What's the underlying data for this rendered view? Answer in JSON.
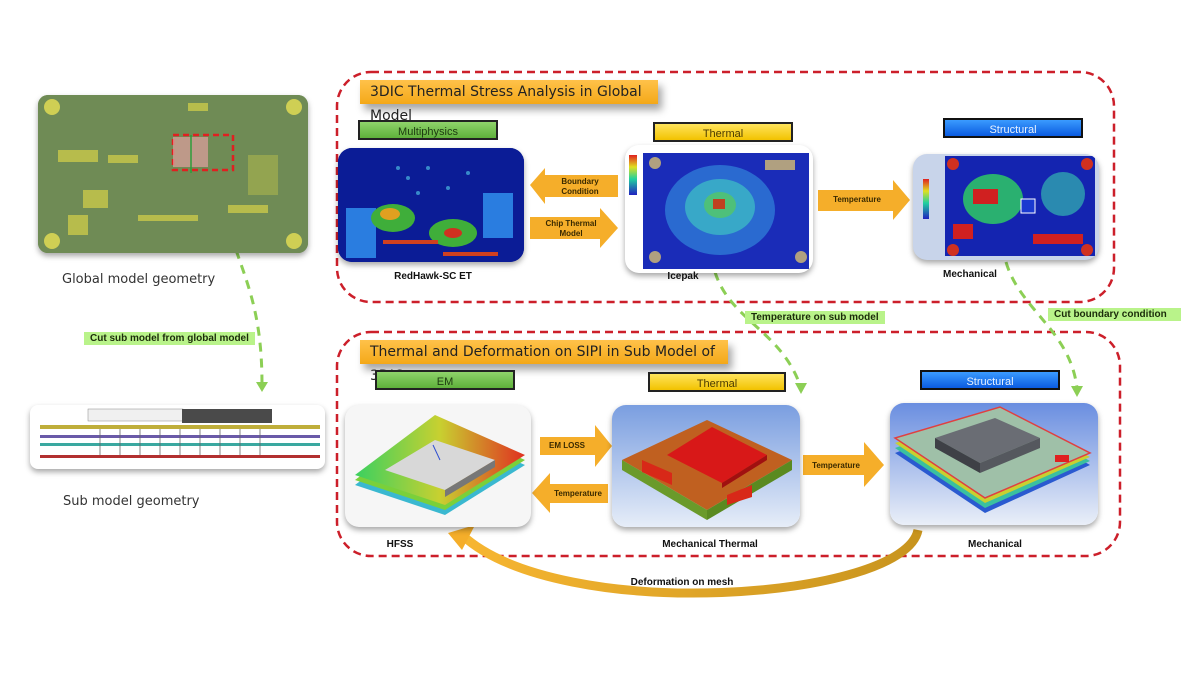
{
  "left": {
    "global_caption": "Global model geometry",
    "sub_caption": "Sub model geometry",
    "cut_label": "Cut sub model from global model"
  },
  "global_section": {
    "title": "3DIC Thermal Stress Analysis in Global Model",
    "categories": [
      {
        "label": "Multiphysics",
        "color": "green"
      },
      {
        "label": "Thermal",
        "color": "yellow"
      },
      {
        "label": "Structural",
        "color": "blue"
      }
    ],
    "tools": [
      "RedHawk-SC ET",
      "Icepak",
      "Mechanical"
    ],
    "arrows": {
      "boundary": "Boundary Condition",
      "chip_model": "Chip Thermal Model",
      "temperature": "Temperature"
    }
  },
  "connectors": {
    "temp_sub": "Temperature on sub model",
    "cut_boundary": "Cut boundary condition"
  },
  "sub_section": {
    "title": "Thermal  and Deformation on SIPI in Sub Model of 3DIC",
    "categories": [
      {
        "label": "EM",
        "color": "green"
      },
      {
        "label": "Thermal",
        "color": "yellow"
      },
      {
        "label": "Structural",
        "color": "blue"
      }
    ],
    "tools": [
      "HFSS",
      "Mechanical Thermal",
      "Mechanical"
    ],
    "arrows": {
      "em_loss": "EM LOSS",
      "temperature_back": "Temperature",
      "temperature_fwd": "Temperature",
      "deformation": "Deformation on mesh"
    }
  },
  "colors": {
    "dash_red": "#cc1f2a",
    "dash_green": "#8ccf55",
    "arrow_orange": "#f5ae2a"
  }
}
